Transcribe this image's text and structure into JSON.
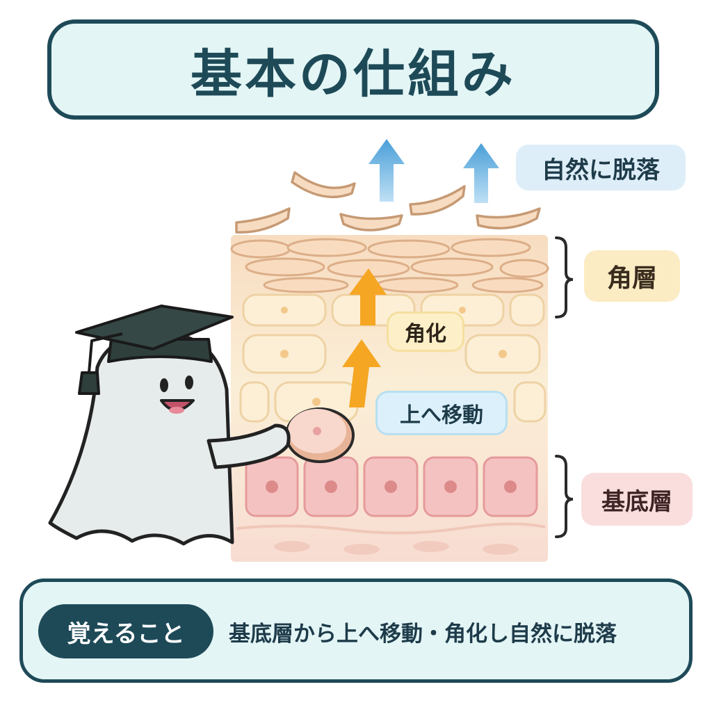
{
  "title": "基本の仕組み",
  "labels": {
    "shedding": "自然に脱落",
    "stratum_corneum": "角層",
    "keratinization": "角化",
    "move_up": "上へ移動",
    "basal_layer": "基底層"
  },
  "summary": {
    "badge": "覚えること",
    "text": "基底層から上へ移動・角化し自然に脱落"
  },
  "icons": {
    "character": "ghost-graduate-icon",
    "cap": "graduation-cap-icon",
    "arrow_shed": "arrow-up-blue-icon",
    "arrow_move": "arrow-up-orange-icon"
  },
  "colors": {
    "primary": "#1e4a58",
    "title_bg": "#e3f5f5",
    "blue_arrow": "#4a9fd8",
    "orange_arrow": "#f5a623",
    "basal_cell": "#f5c2c2"
  }
}
